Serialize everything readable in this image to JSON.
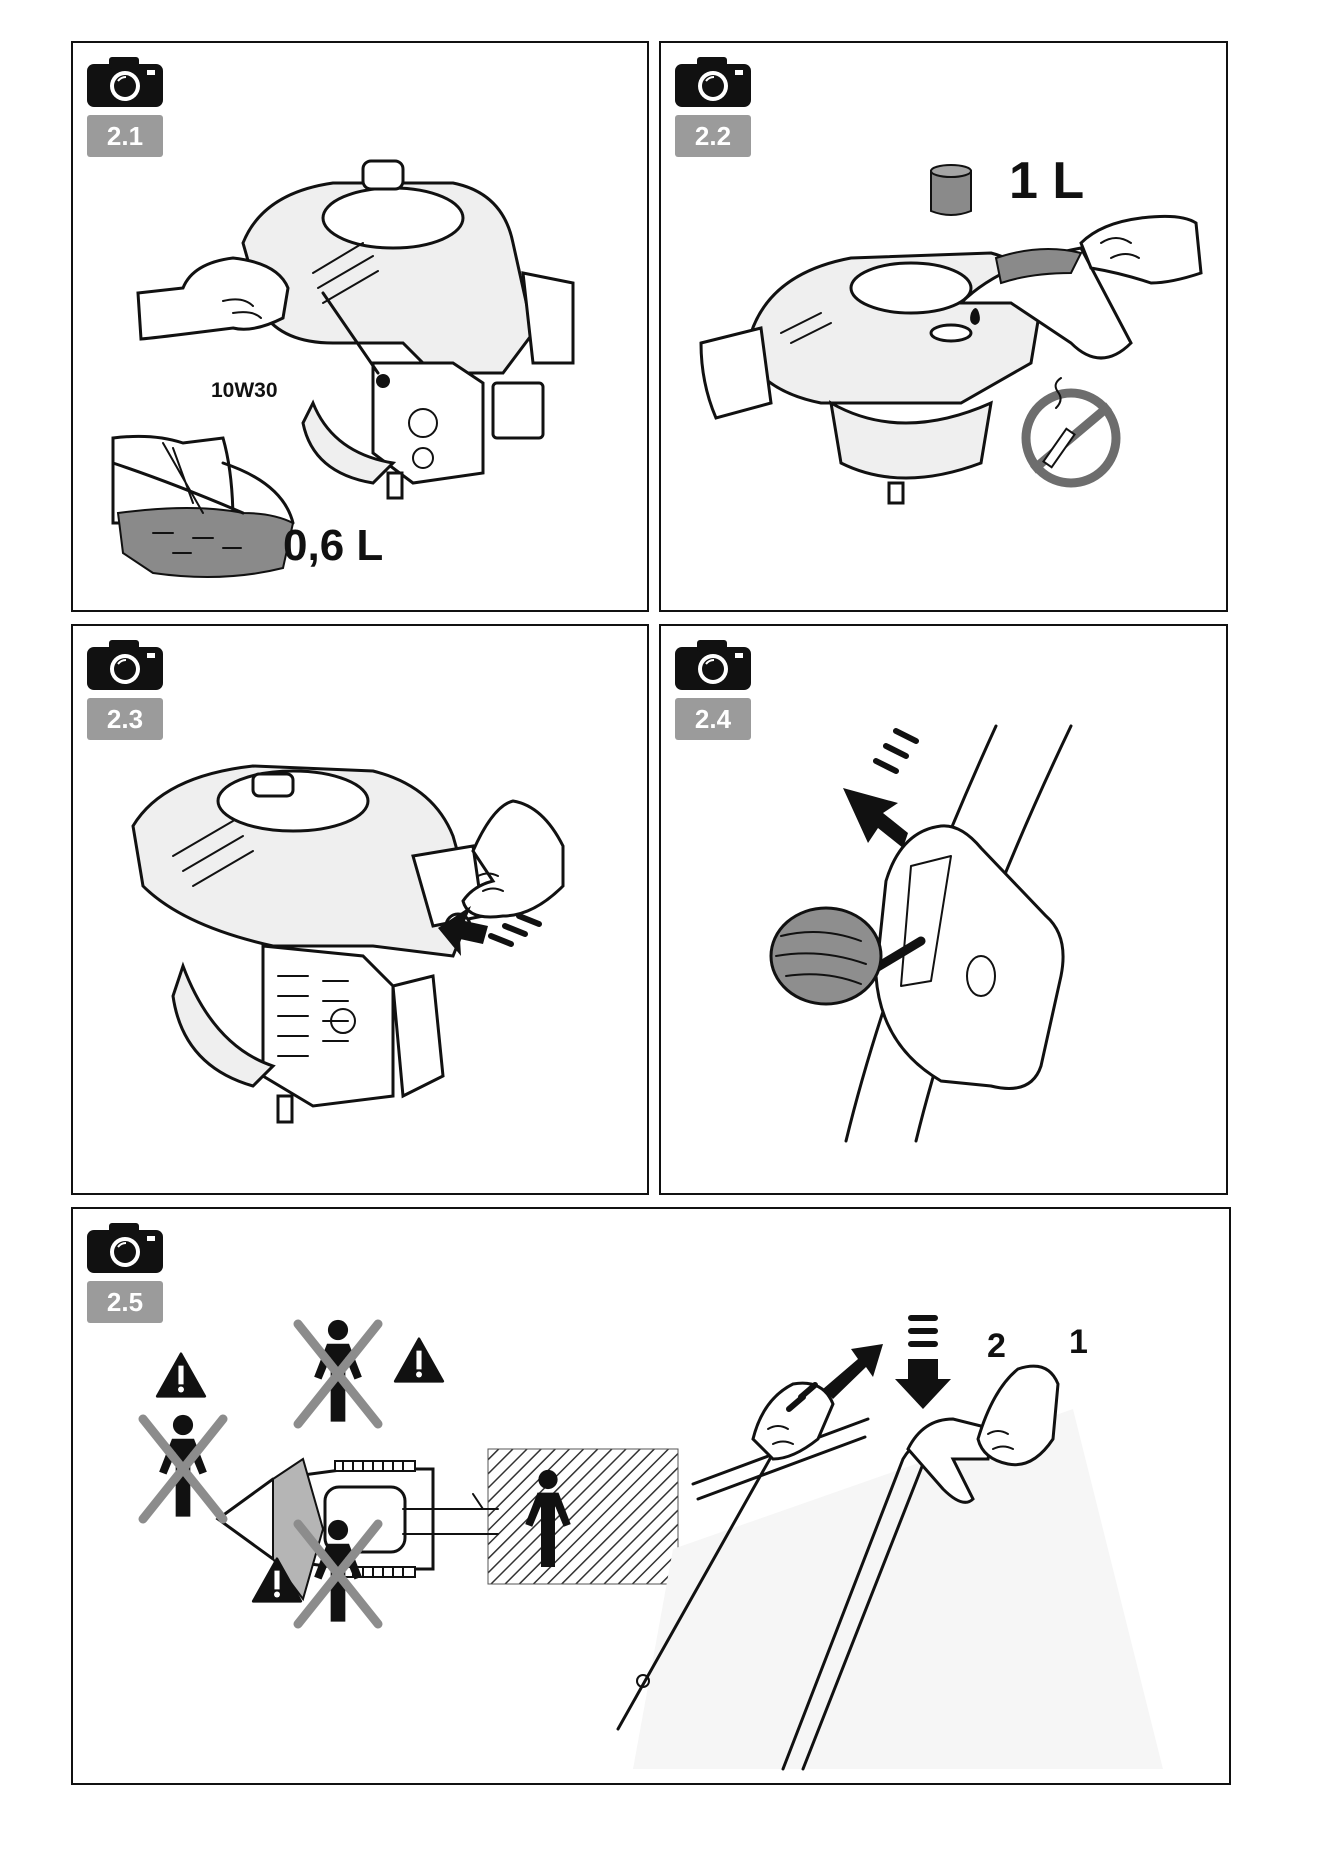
{
  "panels": [
    {
      "id": "2.1",
      "labels": {
        "oil_type": "10W30",
        "oil_amount": "0,6 L"
      }
    },
    {
      "id": "2.2",
      "labels": {
        "fuel_amount": "1 L"
      }
    },
    {
      "id": "2.3"
    },
    {
      "id": "2.4"
    },
    {
      "id": "2.5",
      "labels": {
        "step_1": "1",
        "step_2": "2"
      }
    }
  ],
  "icons": {
    "camera": "camera-icon",
    "no_smoking": "no-smoking-icon",
    "warning": "warning-icon",
    "person": "person-icon"
  },
  "colors": {
    "badge": "#9b9b9b",
    "cross": "#8c8c8c",
    "prohibition_red": "#6d6d6d"
  }
}
